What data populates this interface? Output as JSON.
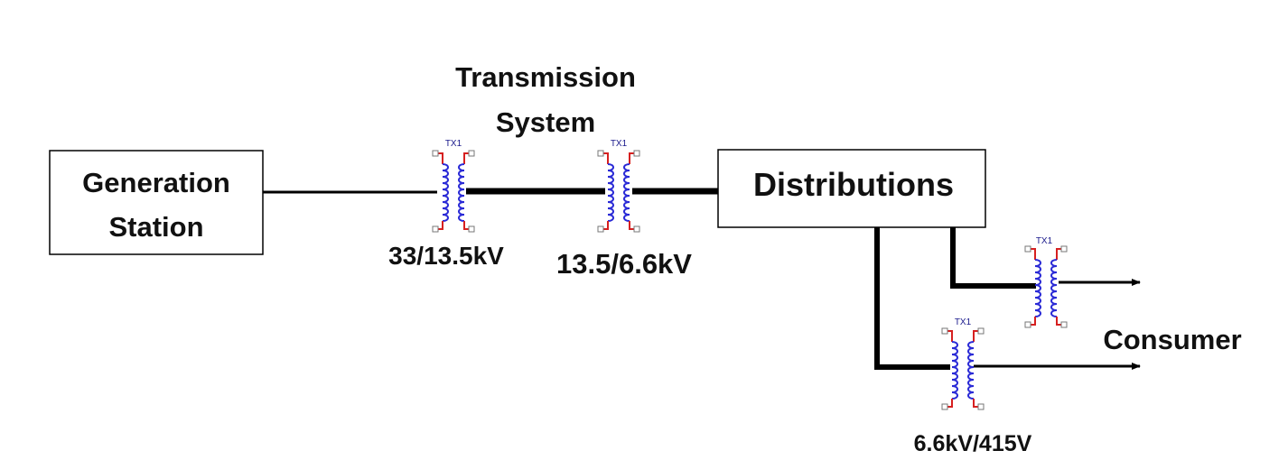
{
  "nodes": {
    "generation_line1": "Generation",
    "generation_line2": "Station",
    "transmission_line1": "Transmission",
    "transmission_line2": "System",
    "distributions": "Distributions",
    "consumer": "Consumer"
  },
  "transformers": {
    "tag": "TX1",
    "step1": "33/13.5kV",
    "step2": "13.5/6.6kV",
    "step3": "6.6kV/415V"
  },
  "colors": {
    "line": "#000000",
    "coil": "#2a2ad6",
    "lead": "#d62020",
    "terminal": "#777777"
  }
}
